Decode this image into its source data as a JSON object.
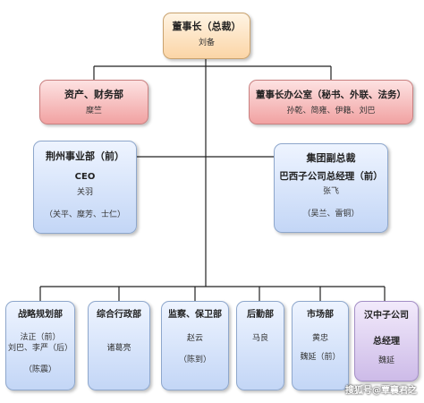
{
  "chairman": {
    "title": "董事长（总裁）",
    "name": "刘备"
  },
  "assets": {
    "title": "资产、财务部",
    "name": "糜竺"
  },
  "office": {
    "title": "董事长办公室（秘书、外联、法务）",
    "names": "孙乾、简雍、伊籍、刘巴"
  },
  "jingzhou": {
    "title": "荆州事业部（前）",
    "role": "CEO",
    "name": "关羽",
    "members": "（关平、糜芳、士仁）"
  },
  "vicepres": {
    "title": "集团副总裁",
    "role": "巴西子公司总经理（前）",
    "name": "张飞",
    "members": "（吴兰、雷铜）"
  },
  "depts": {
    "strategy": {
      "title": "战略规划部",
      "l1": "法正（前）",
      "l2": "刘巴、李严（后）",
      "l3": "（陈震）"
    },
    "admin": {
      "title": "综合行政部",
      "l1": "诸葛亮"
    },
    "security": {
      "title": "监察、保卫部",
      "l1": "赵云",
      "l2": "（陈到）"
    },
    "logistics": {
      "title": "后勤部",
      "l1": "马良"
    },
    "market": {
      "title": "市场部",
      "l1": "黄忠",
      "l2": "魏延（前）"
    },
    "hanzhong": {
      "title": "汉中子公司",
      "l1": "总经理",
      "l2": "魏延"
    }
  },
  "watermark": "搜狐号@覃襄君之"
}
